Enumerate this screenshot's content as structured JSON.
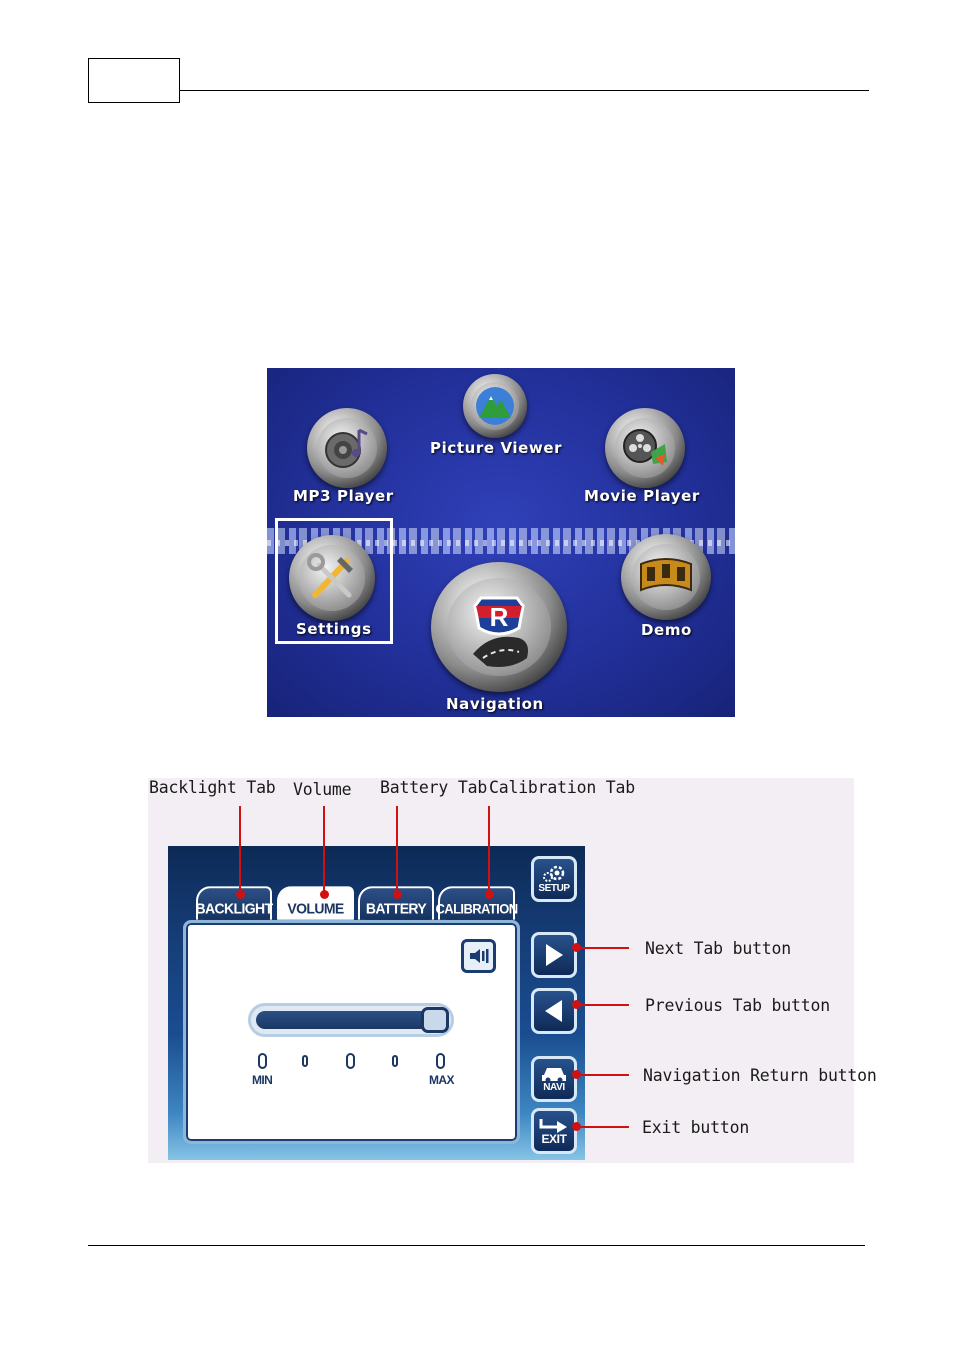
{
  "menu": {
    "items": [
      {
        "key": "mp3",
        "label": "MP3 Player",
        "icon": "speaker-icon"
      },
      {
        "key": "picture",
        "label": "Picture Viewer",
        "icon": "mountain-icon"
      },
      {
        "key": "movie",
        "label": "Movie Player",
        "icon": "film-reel-icon"
      },
      {
        "key": "settings",
        "label": "Settings",
        "icon": "tools-icon"
      },
      {
        "key": "navigation",
        "label": "Navigation",
        "icon": "road-r-icon"
      },
      {
        "key": "demo",
        "label": "Demo",
        "icon": "film-strip-icon"
      }
    ]
  },
  "settings_screen": {
    "callouts": {
      "backlight_tab": "Backlight Tab",
      "volume": "Volume",
      "battery_tab": "Battery Tab",
      "calibration_tab": "Calibration Tab",
      "next_tab_button": "Next Tab button",
      "previous_tab_button": "Previous Tab button",
      "navigation_return_button": "Navigation Return button",
      "exit_button": "Exit button"
    },
    "tabs": [
      "BACKLIGHT",
      "VOLUME",
      "BATTERY",
      "CALIBRATION"
    ],
    "active_tab": "VOLUME",
    "side_buttons": {
      "setup": "SETUP",
      "navi": "NAVI",
      "exit": "EXIT"
    },
    "volume": {
      "min_label": "MIN",
      "max_label": "MAX",
      "level_fraction": 1.0
    },
    "colors": {
      "callout_red": "#d11111",
      "device_blue": "#163d78"
    }
  }
}
